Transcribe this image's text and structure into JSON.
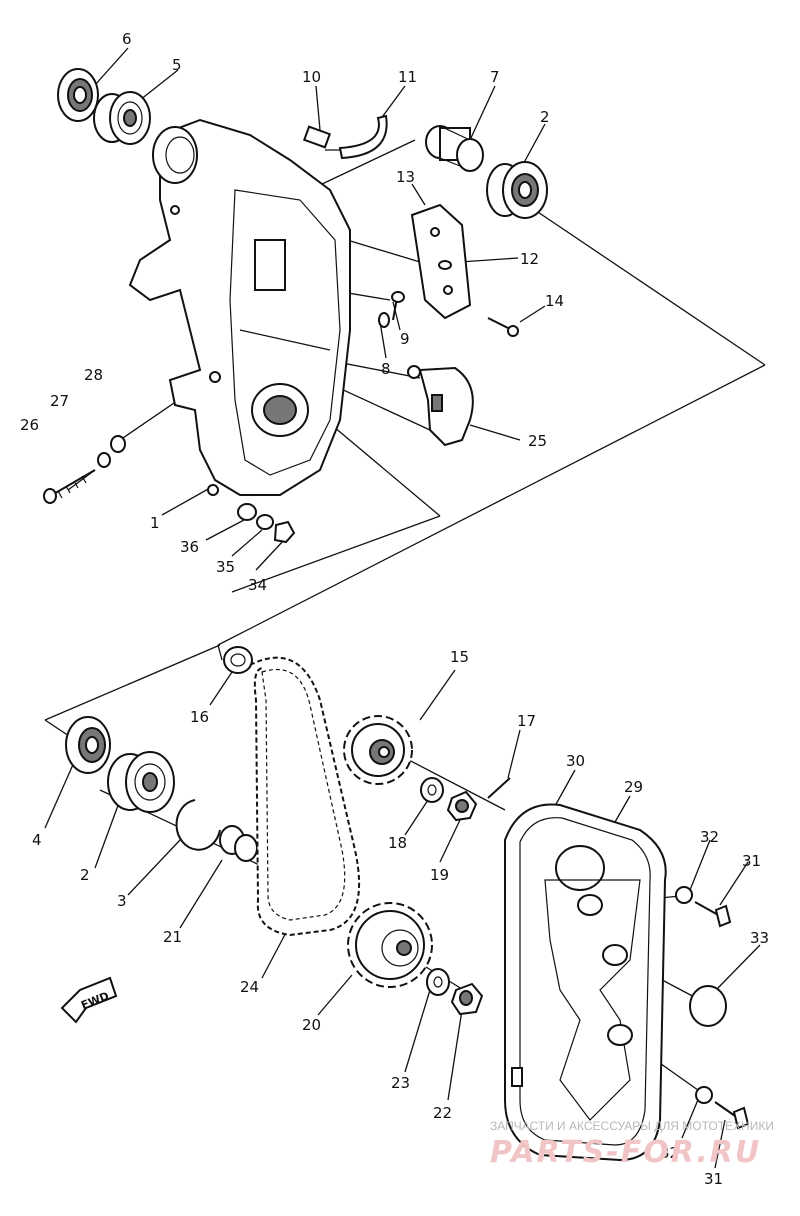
{
  "diagram": {
    "part_numbers": {
      "p1": "1",
      "p2a": "2",
      "p2b": "2",
      "p3": "3",
      "p4": "4",
      "p5": "5",
      "p6": "6",
      "p7": "7",
      "p8": "8",
      "p9": "9",
      "p10": "10",
      "p11": "11",
      "p12": "12",
      "p13": "13",
      "p14": "14",
      "p15": "15",
      "p16": "16",
      "p17": "17",
      "p18": "18",
      "p19": "19",
      "p20": "20",
      "p21": "21",
      "p22": "22",
      "p23": "23",
      "p24": "24",
      "p25": "25",
      "p26": "26",
      "p27": "27",
      "p28": "28",
      "p29": "29",
      "p30": "30",
      "p31a": "31",
      "p31b": "31",
      "p32a": "32",
      "p32b": "32",
      "p33": "33",
      "p34": "34",
      "p35": "35",
      "p36": "36"
    },
    "fwd_label": "FWD",
    "watermark": {
      "caption": "ЗАПЧАСТИ И АКСЕССУАРЫ ДЛЯ МОТОТЕХНИКИ",
      "brand": "PARTS-FOR.RU"
    }
  }
}
